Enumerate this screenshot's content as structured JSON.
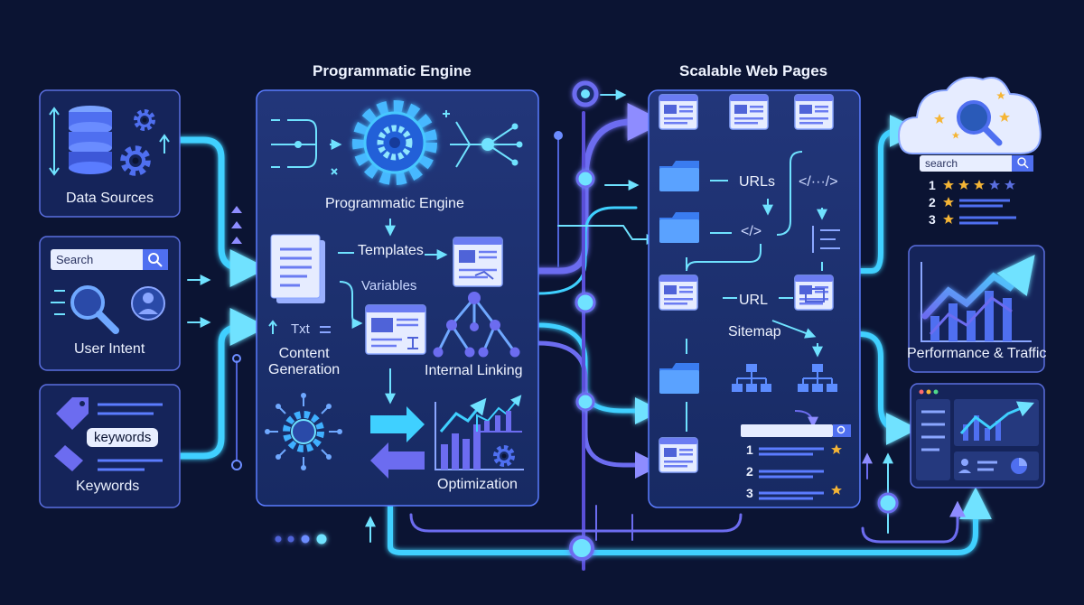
{
  "titles": {
    "engine": "Programmatic Engine",
    "pages": "Scalable Web Pages"
  },
  "inputs": {
    "data_sources": "Data Sources",
    "user_intent": "User Intent",
    "keywords": "Keywords",
    "search_placeholder": "Search",
    "keyword_chip": "keywords"
  },
  "engine": {
    "core_label": "Programmatic Engine",
    "templates": "Templates",
    "variables": "Variables",
    "txt": "Txt",
    "content_generation": "Content\nGeneration",
    "internal_linking": "Internal Linking",
    "optimization": "Optimization"
  },
  "pages": {
    "urls": "URLs",
    "url": "URL",
    "sitemap": "Sitemap",
    "code_slash": "</>",
    "code_ellipsis": "</···/>",
    "rank_1": "1",
    "rank_2": "2",
    "rank_3": "3"
  },
  "outputs": {
    "search_label": "search",
    "rank_1": "1",
    "rank_2": "2",
    "rank_3": "3",
    "performance": "Performance & Traffic"
  },
  "colors": {
    "background": "#0b1433",
    "cyan": "#3fd0ff",
    "violet": "#6c6cf0",
    "panel": "#1a2f6e",
    "panel_border": "#5b7cff",
    "star": "#f5b535"
  },
  "icons": [
    "database-icon",
    "gear-icon",
    "magnifier-icon",
    "user-icon",
    "tag-icon",
    "document-icon",
    "folder-icon",
    "sitemap-icon",
    "cloud-search-icon",
    "star-icon",
    "growth-chart-icon",
    "dashboard-icon",
    "arrow-icon"
  ]
}
